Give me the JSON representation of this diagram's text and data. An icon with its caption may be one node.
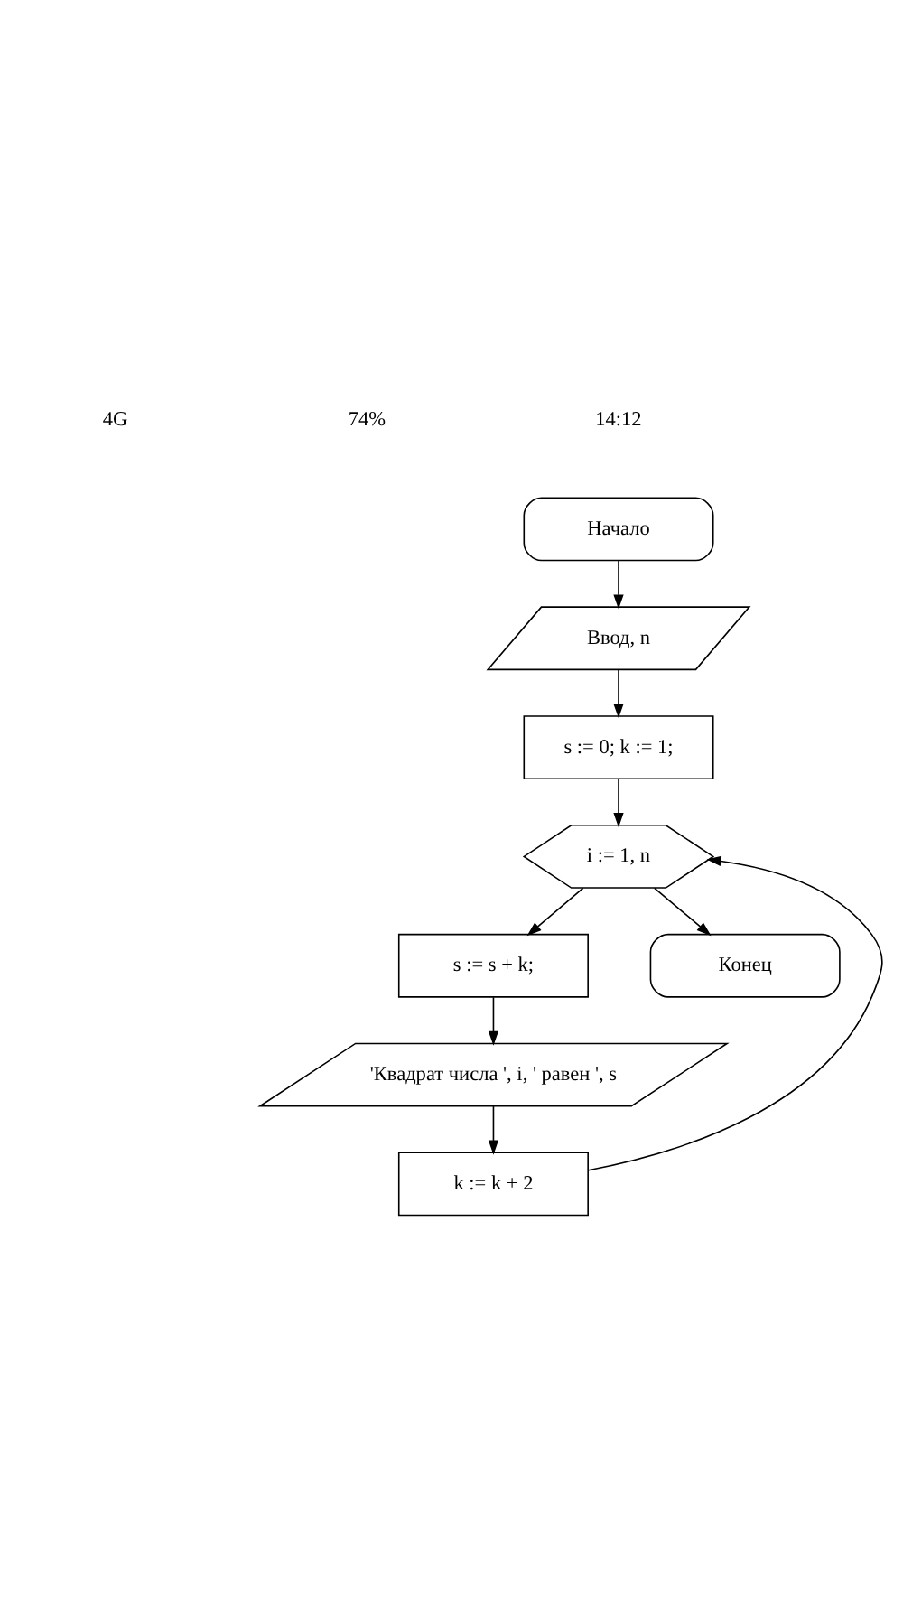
{
  "diagram": {
    "nodes": [
      {
        "text": [
          "Начало"
        ]
      },
      {
        "text": [
          "Ввод, n"
        ]
      },
      {
        "text": [
          "s := 0; k := 1;"
        ]
      },
      {
        "text": [
          "i := 1, n"
        ]
      },
      {
        "text": [
          "s := s + k;"
        ]
      },
      {
        "text": [
          "'Квадрат числа ', i, ' равен ', s"
        ]
      },
      {
        "text": [
          "k := k + 2"
        ]
      },
      {
        "text": [
          "Конец"
        ]
      }
    ],
    "edges": [
      {
        "from": 0,
        "to": 1,
        "arrow": "to"
      },
      {
        "from": 1,
        "to": 2,
        "arrow": "to"
      },
      {
        "from": 2,
        "to": 3,
        "arrow": "to"
      },
      {
        "from": 3,
        "to": 4,
        "arrow": "to"
      },
      {
        "from": 4,
        "to": 5,
        "arrow": "to"
      },
      {
        "from": 5,
        "to": 6,
        "arrow": "to"
      },
      {
        "from": 6,
        "to": 3,
        "arrow": "to"
      },
      {
        "from": 3,
        "to": 7,
        "arrow": "to"
      }
    ],
    "labels": [
      "4G",
      "74%",
      "14:12"
    ]
  }
}
